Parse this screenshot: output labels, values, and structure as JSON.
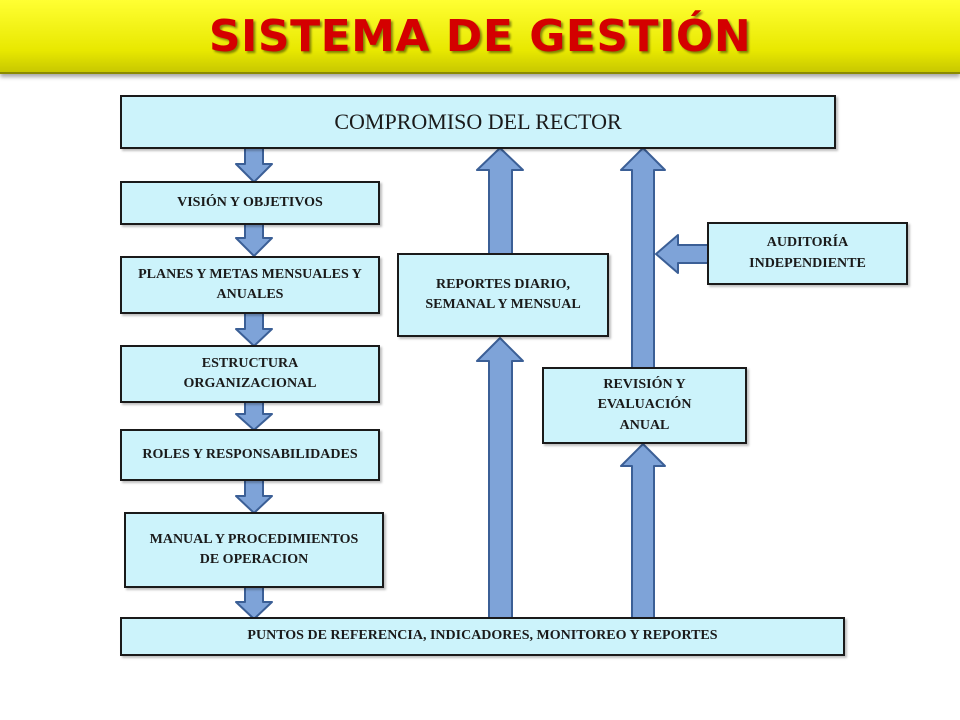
{
  "title": "SISTEMA DE GESTIÓN",
  "boxes": {
    "compromiso": "COMPROMISO DEL RECTOR",
    "vision": "VISIÓN Y OBJETIVOS",
    "planes": "PLANES Y METAS MENSUALES Y ANUALES",
    "estructura": "ESTRUCTURA ORGANIZACIONAL",
    "roles": "ROLES Y RESPONSABILIDADES",
    "manual": "MANUAL  Y PROCEDIMIENTOS DE OPERACION",
    "puntos": "PUNTOS DE REFERENCIA, INDICADORES, MONITOREO Y REPORTES",
    "reportes": "REPORTES DIARIO, SEMANAL Y MENSUAL",
    "auditoria": "AUDITORÍA INDEPENDIENTE",
    "revision": "REVISIÓN Y EVALUACIÓN ANUAL"
  },
  "colors": {
    "title_text": "#d40000",
    "banner": "#ffff33",
    "box_fill": "#ccf3fb",
    "arrow_fill": "#7ea3d8",
    "arrow_stroke": "#3b5f96"
  }
}
